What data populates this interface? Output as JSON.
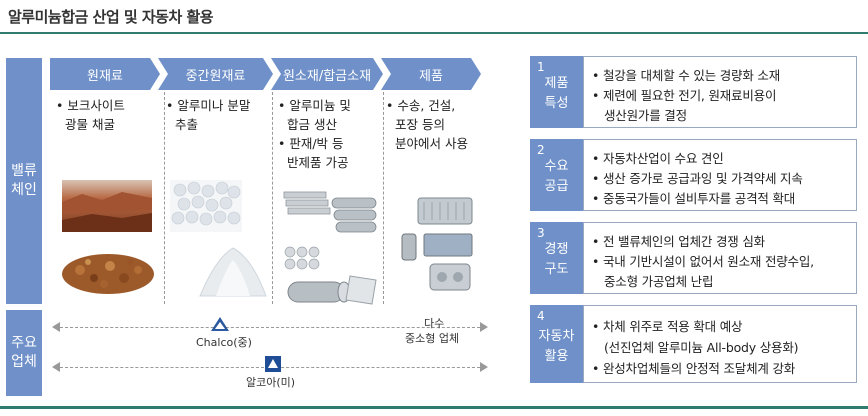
{
  "title": "알루미늄합금 산업 및 자동차 활용",
  "left_labels": {
    "value_chain": "밸류 체인",
    "major_companies": "주요 업체"
  },
  "stages": [
    {
      "header": "원재료",
      "lines": [
        "• 보크사이트",
        "  광물 채굴"
      ]
    },
    {
      "header": "중간원재료",
      "lines": [
        "• 알루미나 분말",
        "  추출"
      ]
    },
    {
      "header": "원소재/합금소재",
      "lines": [
        "• 알루미늄 및",
        "  합금 생산",
        "• 판재/박 등",
        "  반제품 가공"
      ]
    },
    {
      "header": "제품",
      "lines": [
        "• 수송, 건설,",
        "  포장 등의",
        "  분야에서 사용"
      ]
    }
  ],
  "companies": {
    "chalco": "Chalco(중)",
    "sme_line1": "다수",
    "sme_line2": "중소형 업체",
    "alcoa": "알코아(미)"
  },
  "features": [
    {
      "num": "1",
      "category": [
        "제품",
        "특성"
      ],
      "lines": [
        "• 철강을 대체할 수 있는 경량화 소재",
        "• 제련에 필요한 전기, 원재료비용이",
        "  생산원가를 결정"
      ]
    },
    {
      "num": "2",
      "category": [
        "수요",
        "공급"
      ],
      "lines": [
        "• 자동차산업이 수요 견인",
        "• 생산 증가로 공급과잉 및 가격약세 지속",
        "• 중동국가들이 설비투자를 공격적 확대"
      ]
    },
    {
      "num": "3",
      "category": [
        "경쟁",
        "구도"
      ],
      "lines": [
        "• 전 밸류체인의 업체간 경쟁 심화",
        "• 국내 기반시설이 없어서 원소재 전량수입,",
        "  중소형 가공업체 난립"
      ]
    },
    {
      "num": "4",
      "category": [
        "자동차",
        "활용"
      ],
      "lines": [
        "• 차체 위주로 적용 확대 예상",
        "  (선진업체 알루미늄 All-body 상용화)",
        "• 완성차업체들의 안정적 조달체계 강화"
      ]
    }
  ],
  "colors": {
    "accent_blue": "#6f90c8",
    "rule_green": "#2f7d6e"
  }
}
